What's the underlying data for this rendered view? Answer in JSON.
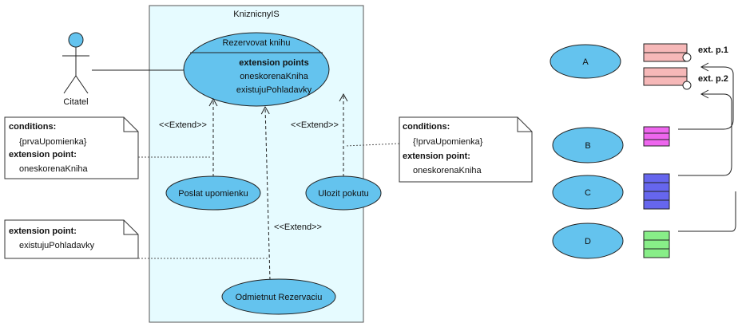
{
  "system": {
    "name": "KniznicnyIS"
  },
  "actor": {
    "name": "Citatel"
  },
  "main_use_case": {
    "name": "Rezervovat knihu",
    "compartment_title": "extension points",
    "extension_points": [
      "oneskorenaKniha",
      "existujuPohladavky"
    ]
  },
  "use_cases": {
    "send_reminder": "Poslat upomienku",
    "save_fine": "Ulozit pokutu",
    "reject_reservation": "Odmietnut Rezervaciu"
  },
  "extend_label": "<<Extend>>",
  "notes": {
    "note1": {
      "conditions_title": "conditions:",
      "condition": "{prvaUpomienka}",
      "ext_point_title": "extension point:",
      "ext_point": "oneskorenaKniha"
    },
    "note2": {
      "conditions_title": "conditions:",
      "condition": "{!prvaUpomienka}",
      "ext_point_title": "extension point:",
      "ext_point": "oneskorenaKniha"
    },
    "note3": {
      "ext_point_title": "extension point:",
      "ext_point": "existujuPohladavky"
    }
  },
  "legend": {
    "items": [
      "A",
      "B",
      "C",
      "D"
    ],
    "ext_labels": [
      "ext. p.1",
      "ext. p.2"
    ]
  },
  "colors": {
    "system_fill": "#e6fbff",
    "use_case_fill": "#64c3ee",
    "actor_head": "#64c3ee",
    "pink": "#f6b8b8",
    "magenta": "#ee66ee",
    "blue": "#6666ee",
    "green": "#88ee88"
  }
}
